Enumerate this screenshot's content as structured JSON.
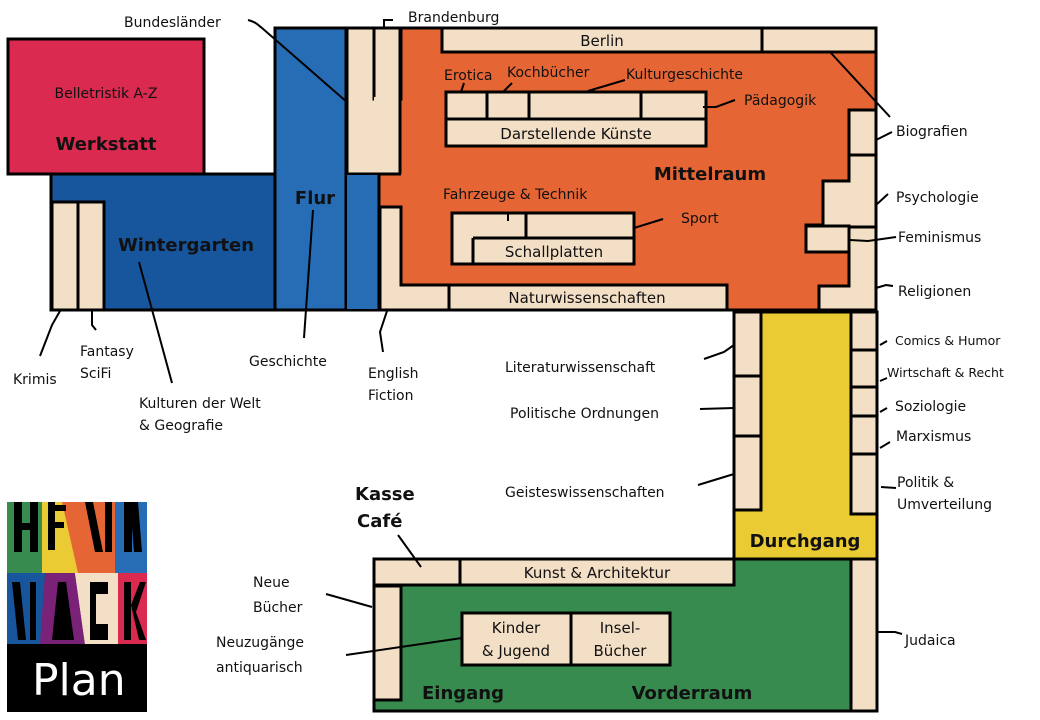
{
  "colors": {
    "werkstatt": "#da2a50",
    "wintergarten": "#17559d",
    "flur": "#266db5",
    "mittelraum": "#e66535",
    "durchgang": "#ebcb33",
    "vorderraum": "#378b4f",
    "shelf": "#f2dfc6",
    "outline": "#000000"
  },
  "rooms": {
    "werkstatt": "Werkstatt",
    "werkstatt_sub": "Belletristik A-Z",
    "wintergarten": "Wintergarten",
    "flur": "Flur",
    "mittelraum": "Mittelraum",
    "durchgang": "Durchgang",
    "eingang": "Eingang",
    "vorderraum": "Vorderraum",
    "kasse": "Kasse",
    "cafe": "Café"
  },
  "shelves": {
    "berlin": "Berlin",
    "darstellende": "Darstellende Künste",
    "schallplatten": "Schallplatten",
    "naturwissenschaften": "Naturwissenschaften",
    "kunst": "Kunst & Architektur",
    "kinder_1": "Kinder",
    "kinder_2": "& Jugend",
    "insel_1": "Insel-",
    "insel_2": "Bücher"
  },
  "labels": {
    "bundeslaender": "Bundesländer",
    "brandenburg": "Brandenburg",
    "erotica": "Erotica",
    "kochbuecher": "Kochbücher",
    "kulturgeschichte": "Kulturgeschichte",
    "paedagogik": "Pädagogik",
    "biografien": "Biografien",
    "psychologie": "Psychologie",
    "feminismus": "Feminismus",
    "religionen": "Religionen",
    "fahrzeuge": "Fahrzeuge & Technik",
    "sport": "Sport",
    "krimis": "Krimis",
    "fantasy": "Fantasy",
    "scifi": "SciFi",
    "geschichte": "Geschichte",
    "english": "English",
    "fiction": "Fiction",
    "kulturen_1": "Kulturen der Welt",
    "kulturen_2": "& Geografie",
    "literaturwissenschaft": "Literaturwissenschaft",
    "politische_ordnungen": "Politische Ordnungen",
    "geisteswissenschaften": "Geisteswissenschaften",
    "comics": "Comics & Humor",
    "wirtschaft": "Wirtschaft & Recht",
    "soziologie": "Soziologie",
    "marxismus": "Marxismus",
    "politik_1": "Politik &",
    "politik_2": "Umverteilung",
    "judaica": "Judaica",
    "neue_1": "Neue",
    "neue_2": "Bücher",
    "neuzugaenge_1": "Neuzugänge",
    "neuzugaenge_2": "antiquarisch"
  },
  "logo": {
    "text": "Plan"
  }
}
